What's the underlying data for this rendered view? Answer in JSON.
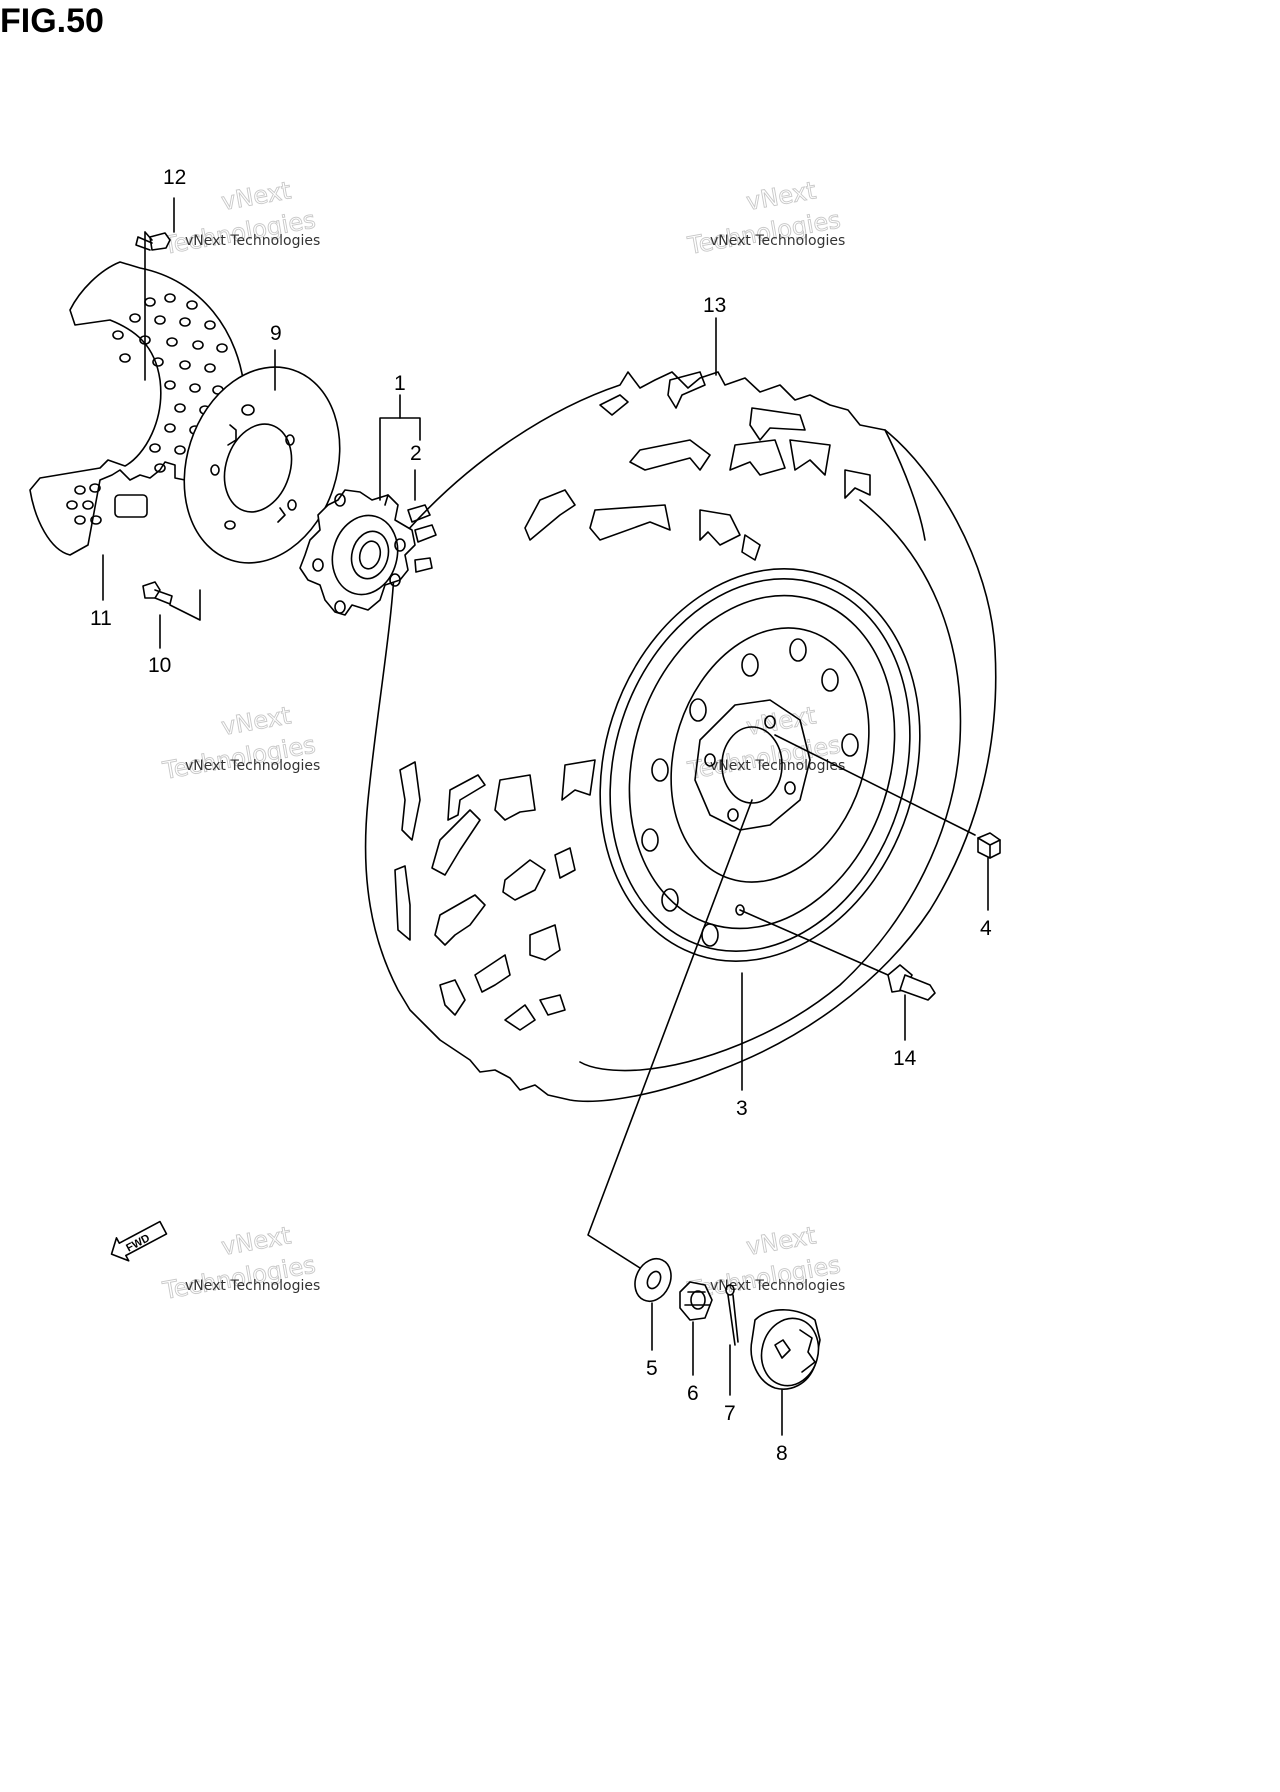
{
  "figure": {
    "title": "FIG.50"
  },
  "parts": [
    {
      "id": "1",
      "label": "1"
    },
    {
      "id": "2",
      "label": "2"
    },
    {
      "id": "3",
      "label": "3"
    },
    {
      "id": "4",
      "label": "4"
    },
    {
      "id": "5",
      "label": "5"
    },
    {
      "id": "6",
      "label": "6"
    },
    {
      "id": "7",
      "label": "7"
    },
    {
      "id": "8",
      "label": "8"
    },
    {
      "id": "9",
      "label": "9"
    },
    {
      "id": "10",
      "label": "10"
    },
    {
      "id": "11",
      "label": "11"
    },
    {
      "id": "12",
      "label": "12"
    },
    {
      "id": "13",
      "label": "13"
    },
    {
      "id": "14",
      "label": "14"
    }
  ],
  "direction_arrow": {
    "label": "FWD"
  },
  "watermark": {
    "line1": "vNext Technologies",
    "arc_text": "vNext",
    "big_text": "Technologies"
  }
}
